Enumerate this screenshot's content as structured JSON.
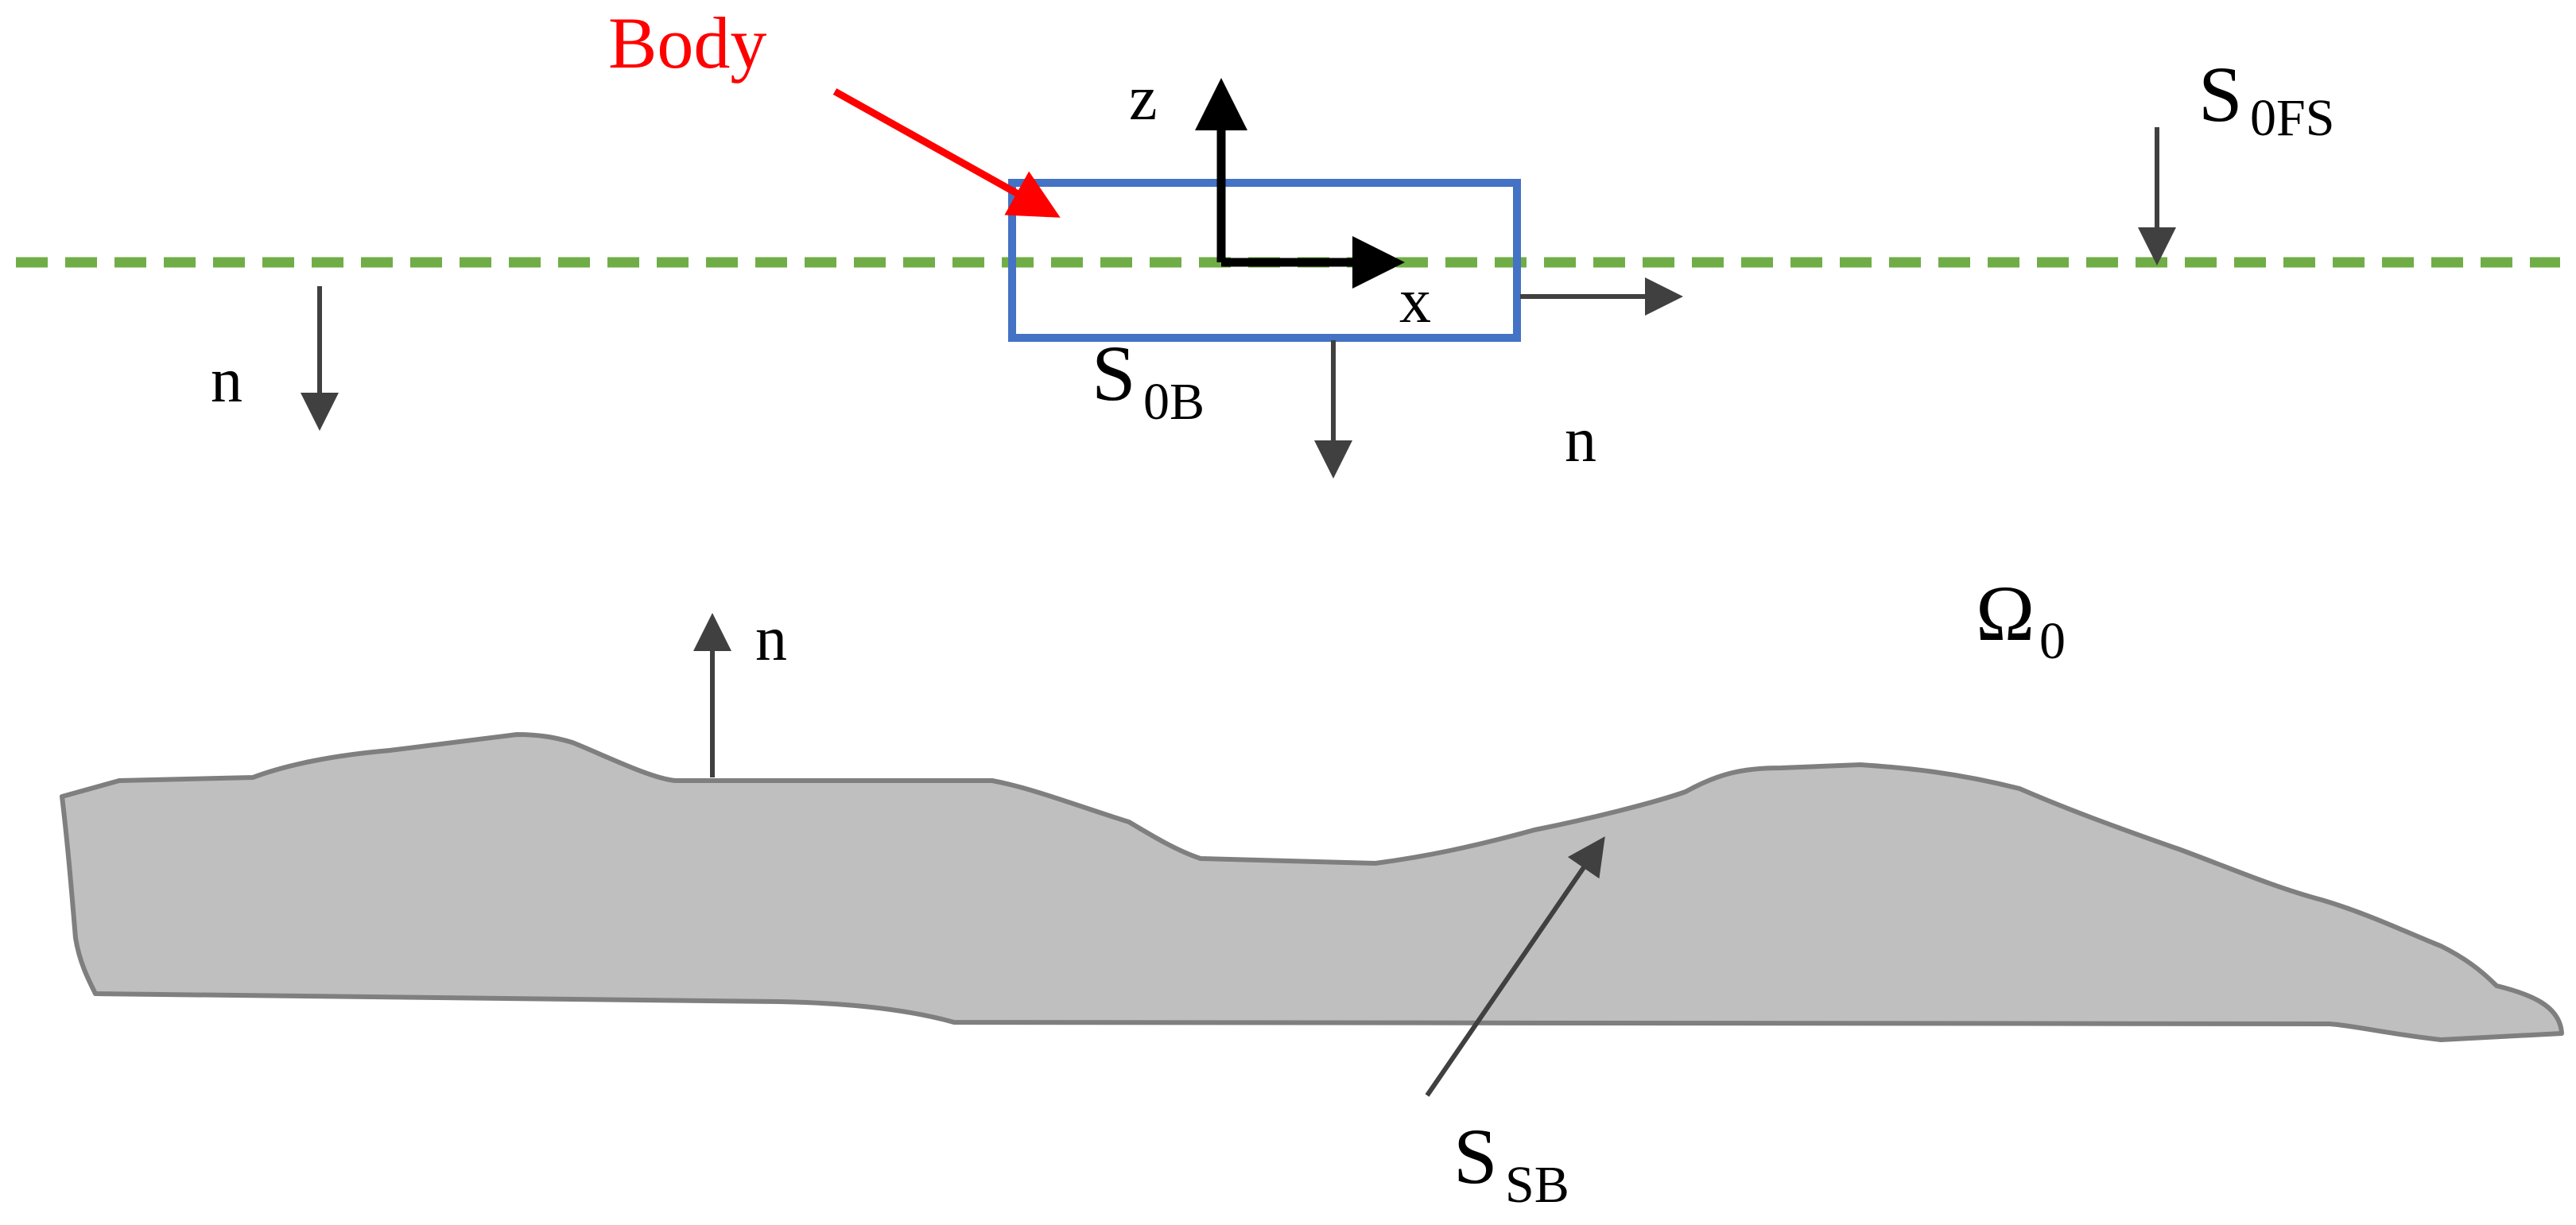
{
  "labels": {
    "body": "Body",
    "z_axis": "z",
    "x_axis": "x",
    "normal": "n",
    "free_surface": {
      "main": "S",
      "sub": "0FS"
    },
    "body_surface": {
      "main": "S",
      "sub": "0B"
    },
    "seabed_surface": {
      "main": "S",
      "sub": "SB"
    },
    "domain": {
      "main": "Ω",
      "sub": "0"
    }
  },
  "colors": {
    "body_label": "#ff0000",
    "body_outline": "#4472c4",
    "free_surface_line": "#70ad47",
    "seabed_fill": "#bfbfbf",
    "seabed_stroke": "#7f7f7f",
    "arrows": "#404040",
    "axes": "#000000"
  }
}
